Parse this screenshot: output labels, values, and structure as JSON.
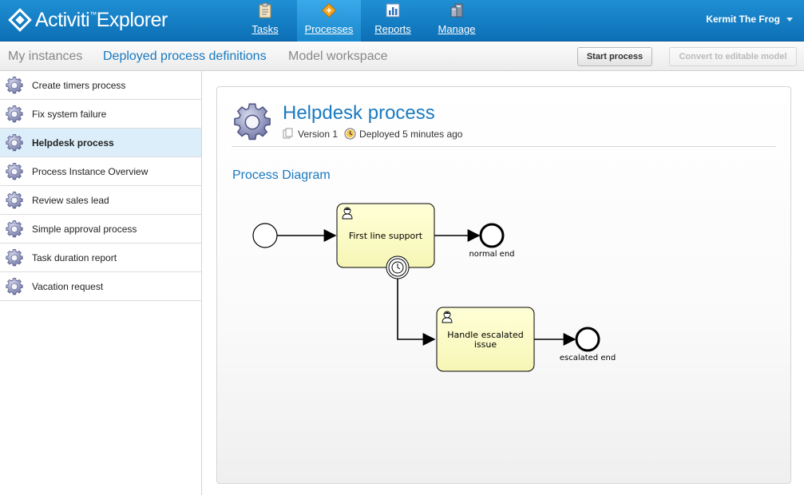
{
  "app": {
    "brand": "Activiti",
    "brand_sup": "™",
    "brand_suffix": "Explorer"
  },
  "nav": [
    {
      "label": "Tasks",
      "icon": "clipboard-icon",
      "active": false
    },
    {
      "label": "Processes",
      "icon": "process-diamond-icon",
      "active": true
    },
    {
      "label": "Reports",
      "icon": "bar-chart-icon",
      "active": false
    },
    {
      "label": "Manage",
      "icon": "server-icon",
      "active": false
    }
  ],
  "user": {
    "name": "Kermit The Frog"
  },
  "subnav": {
    "tabs": [
      "My instances",
      "Deployed process definitions",
      "Model workspace"
    ],
    "start_button": "Start process",
    "convert_button": "Convert to editable model"
  },
  "process_list": [
    "Create timers process",
    "Fix system failure",
    "Helpdesk process",
    "Process Instance Overview",
    "Review sales lead",
    "Simple approval process",
    "Task duration report",
    "Vacation request"
  ],
  "selected_index": 2,
  "detail": {
    "title": "Helpdesk process",
    "version": "Version 1",
    "deployed": "Deployed 5 minutes ago",
    "diagram_title": "Process Diagram"
  },
  "diagram": {
    "task1": "First line support",
    "task2_line1": "Handle escalated",
    "task2_line2": "issue",
    "end1": "normal end",
    "end2": "escalated end"
  },
  "colors": {
    "header": "#1880c8",
    "link_blue": "#1a7ac0",
    "task_fill": "#ffffcc",
    "selected_row": "#dbeefa"
  }
}
